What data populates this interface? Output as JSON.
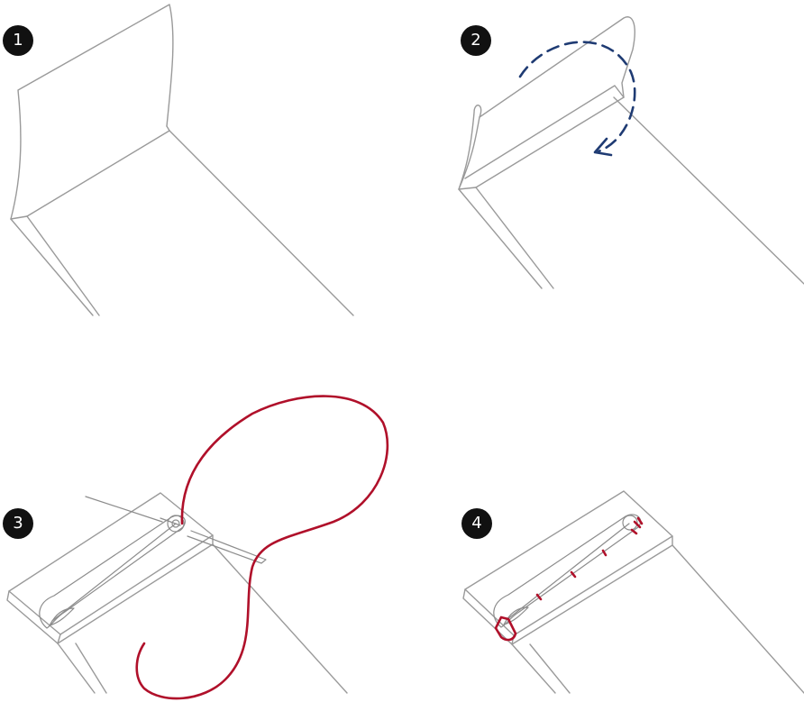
{
  "steps": [
    {
      "number": "1",
      "icon": "fold-flap-icon"
    },
    {
      "number": "2",
      "icon": "roll-arrow-icon"
    },
    {
      "number": "3",
      "icon": "needle-thread-icon"
    },
    {
      "number": "4",
      "icon": "stitched-pin-icon"
    }
  ],
  "colors": {
    "badge": "#111111",
    "badge_text": "#ffffff",
    "paper_outline": "#9a9a9a",
    "arrow": "#1f3b73",
    "thread": "#b0102a"
  }
}
